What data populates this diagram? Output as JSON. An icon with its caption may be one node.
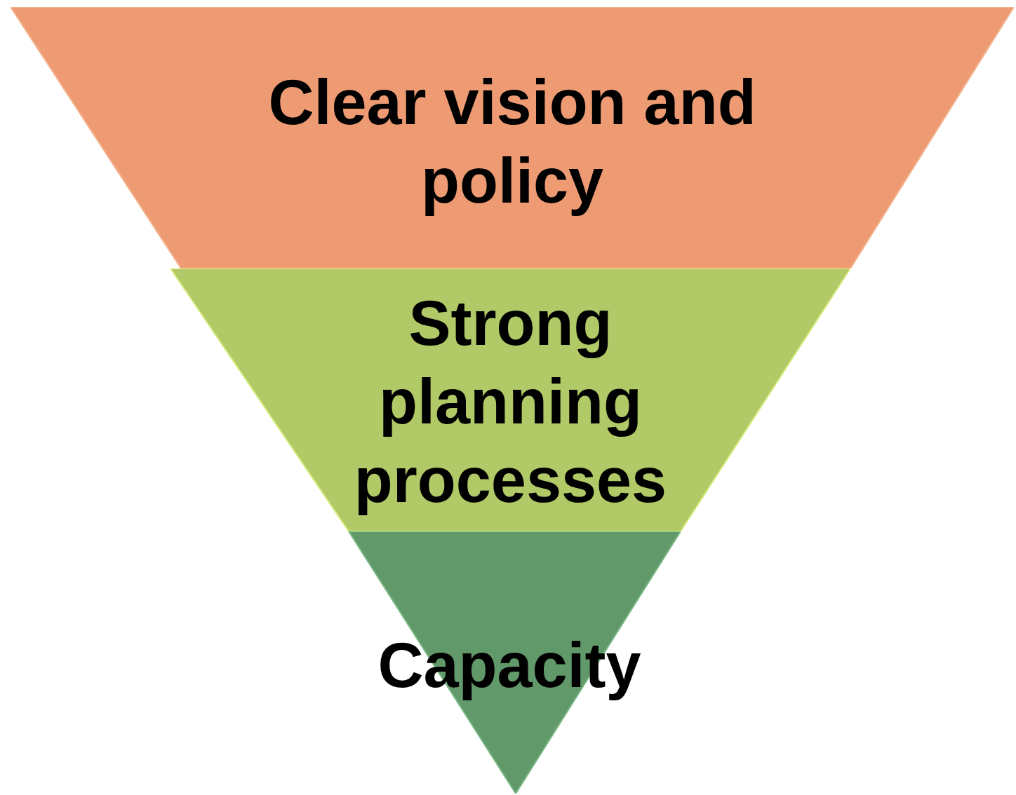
{
  "diagram": {
    "nodes": [
      {
        "text": [
          "Clear vision and policy"
        ]
      },
      {
        "text": [
          "Strong planning processes"
        ]
      },
      {
        "text": [
          "Capacity"
        ]
      }
    ]
  }
}
